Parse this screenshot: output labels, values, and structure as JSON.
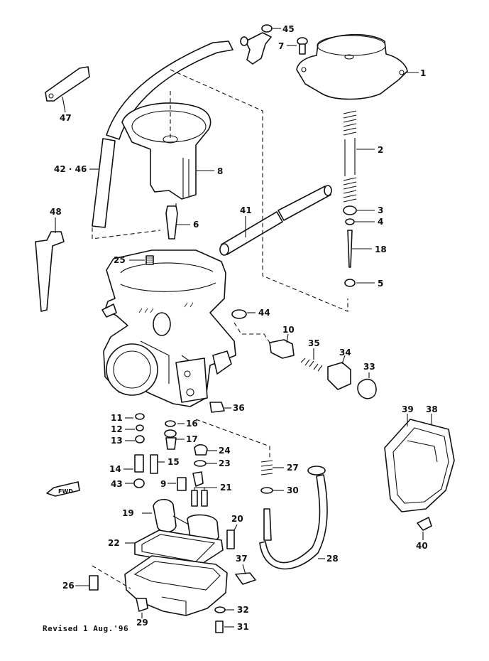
{
  "callouts": {
    "c1": "1",
    "c2": "2",
    "c3": "3",
    "c4": "4",
    "c5": "5",
    "c6": "6",
    "c7": "7",
    "c8": "8",
    "c9": "9",
    "c10": "10",
    "c11": "11",
    "c12": "12",
    "c13": "13",
    "c14": "14",
    "c15": "15",
    "c15b": "15",
    "c16": "16",
    "c17": "17",
    "c18": "18",
    "c19": "19",
    "c20": "20",
    "c21": "21",
    "c22": "22",
    "c23": "23",
    "c24": "24",
    "c25": "25",
    "c26": "26",
    "c27": "27",
    "c28": "28",
    "c29": "29",
    "c30": "30",
    "c31": "31",
    "c32": "32",
    "c33": "33",
    "c34": "34",
    "c35": "35",
    "c36": "36",
    "c37": "37",
    "c38": "38",
    "c39": "39",
    "c40": "40",
    "c41": "41",
    "c4246": "42 · 46",
    "c43": "43",
    "c44": "44",
    "c45": "45",
    "c47": "47",
    "c48": "48"
  },
  "fwd_label": "FWD",
  "footer": "Revised 1  Aug.'96"
}
